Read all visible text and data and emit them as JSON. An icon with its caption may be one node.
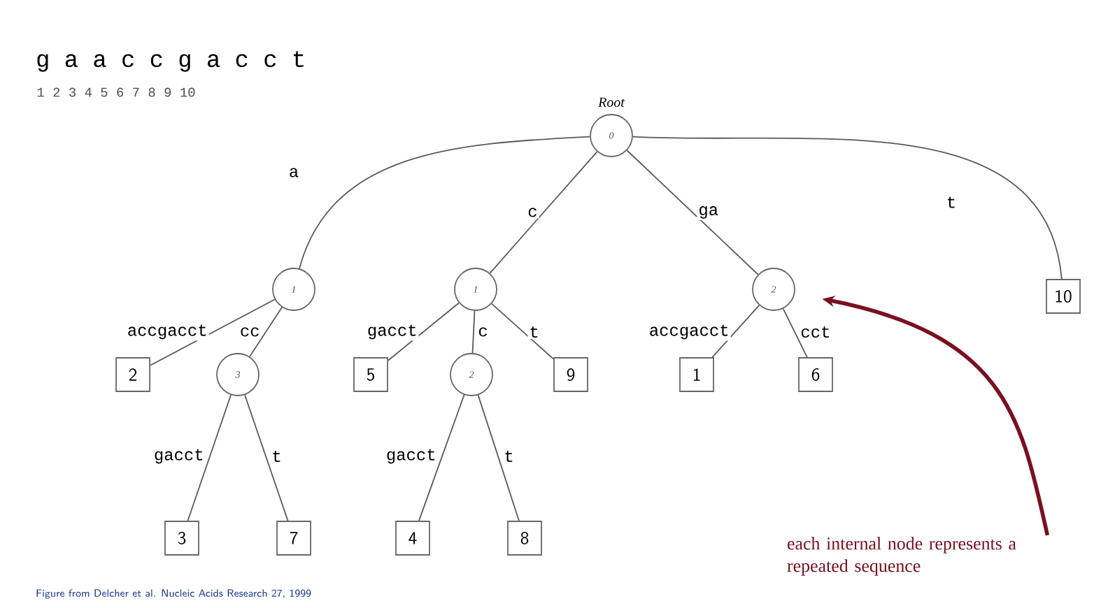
{
  "diagram": {
    "caption": "Figure from Delcher et al. Nucleic Acids Research 27, 1999",
    "nodes": [
      {
        "text": [
          "0"
        ],
        "beside": [
          "Root"
        ]
      },
      {
        "text": [
          "1"
        ]
      },
      {
        "text": [
          "1"
        ]
      },
      {
        "text": [
          "2"
        ]
      },
      {
        "text": [
          "10"
        ]
      },
      {
        "text": [
          "2"
        ]
      },
      {
        "text": [
          "3"
        ]
      },
      {
        "text": [
          "5"
        ]
      },
      {
        "text": [
          "2"
        ]
      },
      {
        "text": [
          "9"
        ]
      },
      {
        "text": [
          "1"
        ]
      },
      {
        "text": [
          "6"
        ]
      },
      {
        "text": [
          "3"
        ]
      },
      {
        "text": [
          "7"
        ]
      },
      {
        "text": [
          "4"
        ]
      },
      {
        "text": [
          "8"
        ]
      },
      {
        "text": [
          "each internal node represents a repeated sequence"
        ]
      }
    ],
    "edges": [
      {
        "from": 0,
        "to": 1,
        "arrow": "none",
        "label": "a"
      },
      {
        "from": 0,
        "to": 2,
        "arrow": "none",
        "label": "c"
      },
      {
        "from": 0,
        "to": 3,
        "arrow": "none",
        "label": "ga"
      },
      {
        "from": 0,
        "to": 4,
        "arrow": "none",
        "label": "t"
      },
      {
        "from": 1,
        "to": 5,
        "arrow": "none",
        "label": "accgacct"
      },
      {
        "from": 1,
        "to": 6,
        "arrow": "none",
        "label": "cc"
      },
      {
        "from": 2,
        "to": 7,
        "arrow": "none",
        "label": "gacct"
      },
      {
        "from": 2,
        "to": 8,
        "arrow": "none",
        "label": "c"
      },
      {
        "from": 2,
        "to": 9,
        "arrow": "none",
        "label": "t"
      },
      {
        "from": 3,
        "to": 10,
        "arrow": "none",
        "label": "accgacct"
      },
      {
        "from": 3,
        "to": 11,
        "arrow": "none",
        "label": "cct"
      },
      {
        "from": 6,
        "to": 12,
        "arrow": "none",
        "label": "gacct"
      },
      {
        "from": 6,
        "to": 13,
        "arrow": "none",
        "label": "t"
      },
      {
        "from": 8,
        "to": 14,
        "arrow": "none",
        "label": "gacct"
      },
      {
        "from": 8,
        "to": 15,
        "arrow": "none",
        "label": "t"
      },
      {
        "from": 16,
        "to": 3,
        "arrow": "to",
        "style": "thick",
        "color": "#7a1020"
      }
    ],
    "labels": [
      "g a a c c g a c c t",
      "1 2 3 4 5 6 7 8 9 10"
    ]
  }
}
